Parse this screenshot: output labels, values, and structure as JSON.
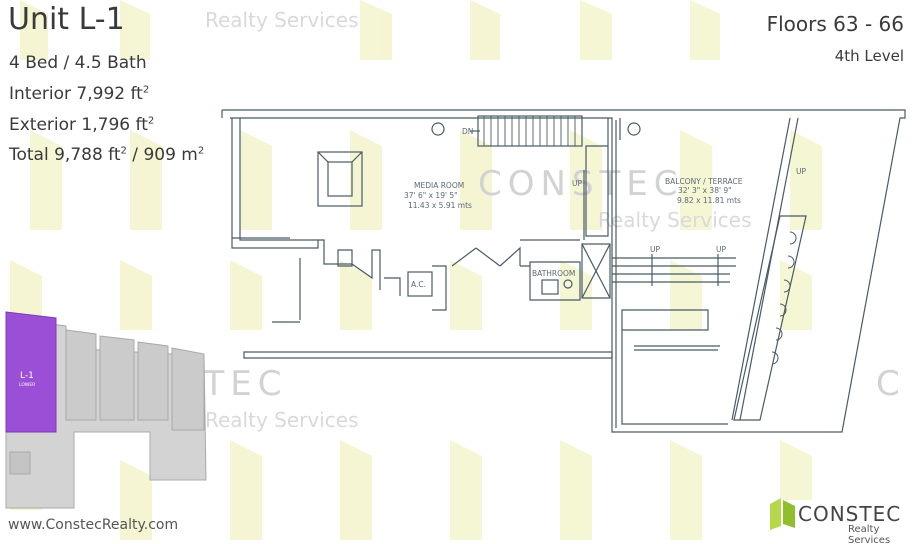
{
  "header": {
    "unit_title": "Unit L-1",
    "beds_baths": "4 Bed / 4.5 Bath",
    "interior_prefix": "Interior 7,992 ft",
    "exterior_prefix": "Exterior 1,796 ft",
    "total_prefix": "Total 9,788 ft",
    "total_suffix": " / 909 m",
    "squared": "2",
    "floors": "Floors 63 - 66",
    "level": "4th Level"
  },
  "watermark": {
    "top_text": "Realty Services",
    "brand": "CONSTEC",
    "sub": "Realty Services"
  },
  "plan_labels": {
    "dn": "DN",
    "media_room": "MEDIA ROOM",
    "media_room_ft": "37' 6\" x 19' 5\"",
    "media_room_m": "11.43 x 5.91 mts",
    "balcony": "BALCONY / TERRACE",
    "balcony_ft": "32' 3\" x 38' 9\"",
    "balcony_m": "9.82 x 11.81 mts",
    "up": "UP",
    "bathroom": "BATHROOM",
    "ac": "A.C."
  },
  "keyplan": {
    "unit_label": "L-1",
    "unit_sublabel": "LOWER",
    "highlight_color": "#9b4fd6"
  },
  "footer": {
    "url": "www.ConstecRealty.com",
    "logo_name": "CONSTEC",
    "logo_sub": "Realty Services",
    "logo_color": "#b6d84a"
  },
  "colors": {
    "watermark_yellow": "#f3f4c6",
    "wall_line": "#4a5a66"
  }
}
